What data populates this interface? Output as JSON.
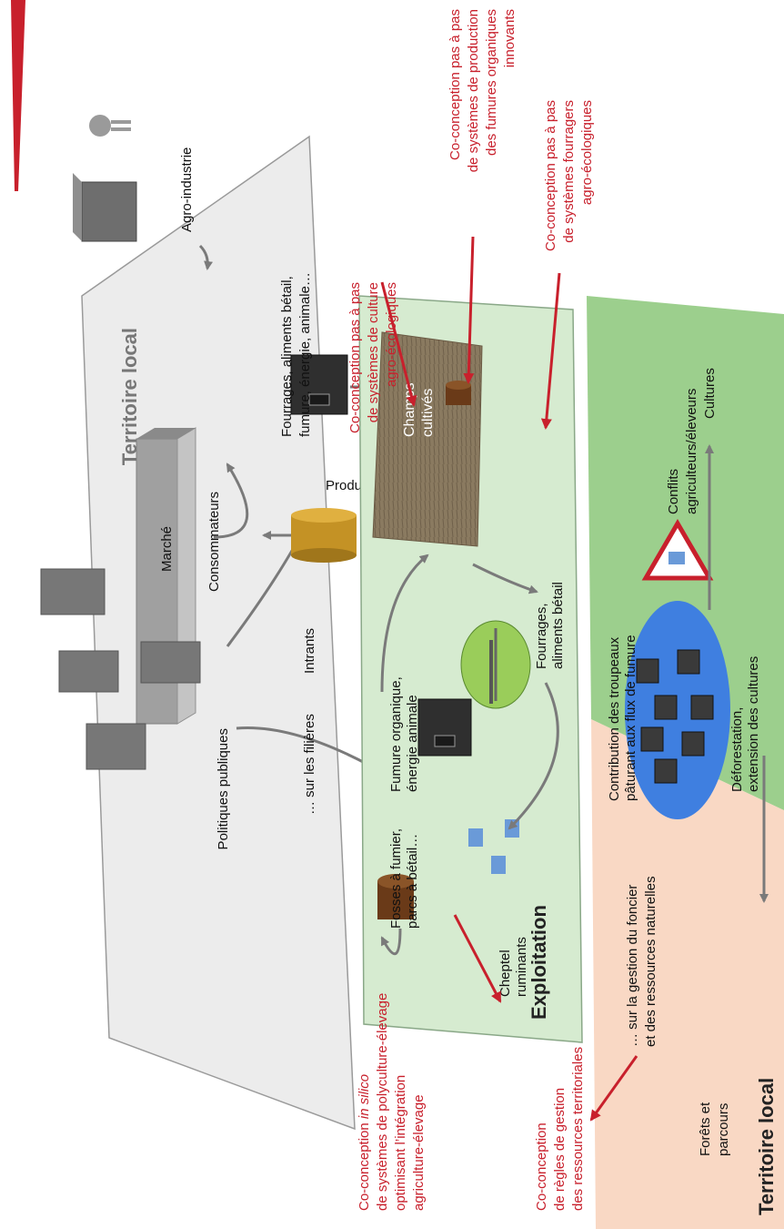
{
  "territoire_upper": {
    "title": "Territoire local",
    "agro_industrie": "Agro-industrie",
    "marche": "Marché",
    "consommateurs": "Consommateurs",
    "politiques": "Politiques publiques"
  },
  "flows": {
    "produits": "Produits",
    "intrants": "Intrants",
    "fourrages_line1": "Fourrages, aliments bétail,",
    "fourrages_line2": "fumure, énergie, animale…",
    "filieres": "… sur les filières",
    "gestion_line1": "… sur la gestion du foncier",
    "gestion_line2": "et des ressources naturelles"
  },
  "exploitation": {
    "title": "Exploitation",
    "champs_line1": "Champs",
    "champs_line2": "cultivés",
    "fourrages_line1": "Fourrages,",
    "fourrages_line2": "aliments bétail",
    "fumure_line1": "Fumure organique,",
    "fumure_line2": "énergie animale",
    "fosses_line1": "Fosses à fumier,",
    "fosses_line2": "parcs à bétail…",
    "cheptel_line1": "Cheptel",
    "cheptel_line2": "ruminants"
  },
  "territoire_lower": {
    "title": "Territoire local",
    "cultures": "Cultures",
    "forets_line1": "Forêts et",
    "forets_line2": "parcours",
    "conflits_line1": "Conflits",
    "conflits_line2": "agriculteurs/éleveurs",
    "contribution_line1": "Contribution des troupeaux",
    "contribution_line2": "pâturant aux flux de fumure",
    "deforestation_line1": "Déforestation,",
    "deforestation_line2": "extension des cultures"
  },
  "coconception": {
    "culture": [
      "Co-conception pas à pas",
      "de systèmes de culture",
      "agro-écologiques"
    ],
    "fumures": [
      "Co-conception pas à pas",
      "de systèmes de production",
      "des fumures organiques",
      "innovants"
    ],
    "fourragers": [
      "Co-conception pas à pas",
      "de systèmes fourragers",
      "agro-écologiques"
    ],
    "insilico_prefix": "Co-conception ",
    "insilico_italic": "in silico",
    "insilico_lines": [
      "de systèmes de polyculture-élevage",
      "optimisant l’intégration",
      "agriculture-élevage"
    ],
    "regles": [
      "Co-conception",
      "de règles de gestion",
      "des ressources territoriales"
    ]
  },
  "colors": {
    "red": "#c8202c",
    "grey_plane": "#ececec",
    "green_plane": "#d6ebd0",
    "green_zone": "#9ccf8d",
    "peach_zone": "#f9d8c4",
    "pond": "#3f7fe0",
    "arrow_grey": "#7a7a7a"
  }
}
